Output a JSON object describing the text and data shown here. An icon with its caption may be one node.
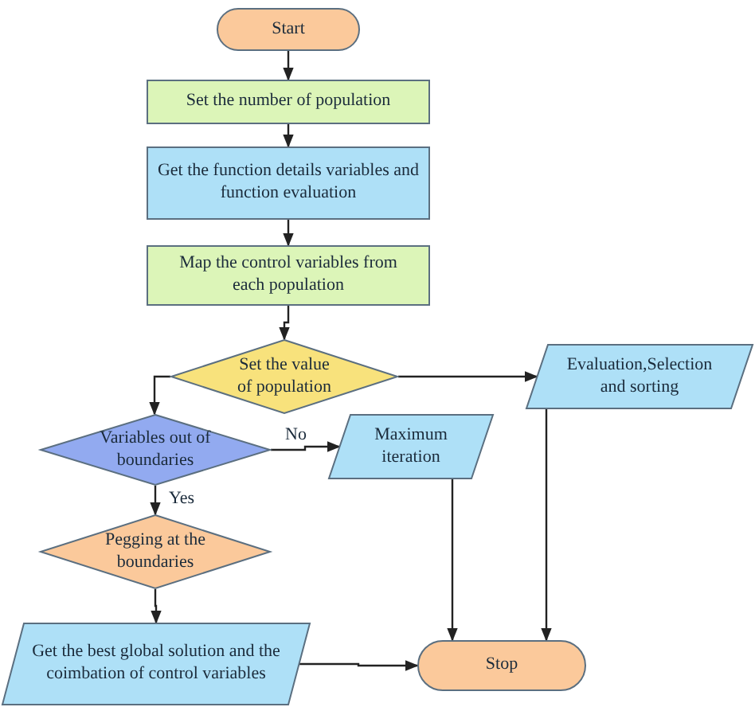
{
  "diagram": {
    "nodes": [
      {
        "text": [
          "Start"
        ]
      },
      {
        "text": [
          "Set the number of population"
        ]
      },
      {
        "text": [
          "Get the function details variables and function evaluation"
        ]
      },
      {
        "text": [
          "Map the control variables from each population"
        ]
      },
      {
        "text": [
          "Set the value of population"
        ]
      },
      {
        "text": [
          "Evaluation,Selection and sorting"
        ]
      },
      {
        "text": [
          "Variables out of boundaries"
        ]
      },
      {
        "text": [
          "Maximum iteration"
        ]
      },
      {
        "text": [
          "Pegging at the boundaries"
        ]
      },
      {
        "text": [
          "Get the best global solution and the coimbation of control variables"
        ]
      },
      {
        "text": [
          "Stop"
        ]
      }
    ],
    "edges": [
      {
        "from": 0,
        "to": 1,
        "arrow": "to"
      },
      {
        "from": 1,
        "to": 2,
        "arrow": "to"
      },
      {
        "from": 2,
        "to": 3,
        "arrow": "to"
      },
      {
        "from": 3,
        "to": 4,
        "arrow": "to"
      },
      {
        "from": 4,
        "to": 5,
        "arrow": "to"
      },
      {
        "from": 4,
        "to": 6,
        "arrow": "to"
      },
      {
        "from": 6,
        "to": 7,
        "arrow": "to",
        "label": "No"
      },
      {
        "from": 6,
        "to": 8,
        "arrow": "to",
        "label": "Yes"
      },
      {
        "from": 8,
        "to": 9,
        "arrow": "to"
      },
      {
        "from": 9,
        "to": 10,
        "arrow": "to"
      },
      {
        "from": 7,
        "to": 10,
        "arrow": "to"
      },
      {
        "from": 5,
        "to": 10,
        "arrow": "to"
      }
    ]
  }
}
